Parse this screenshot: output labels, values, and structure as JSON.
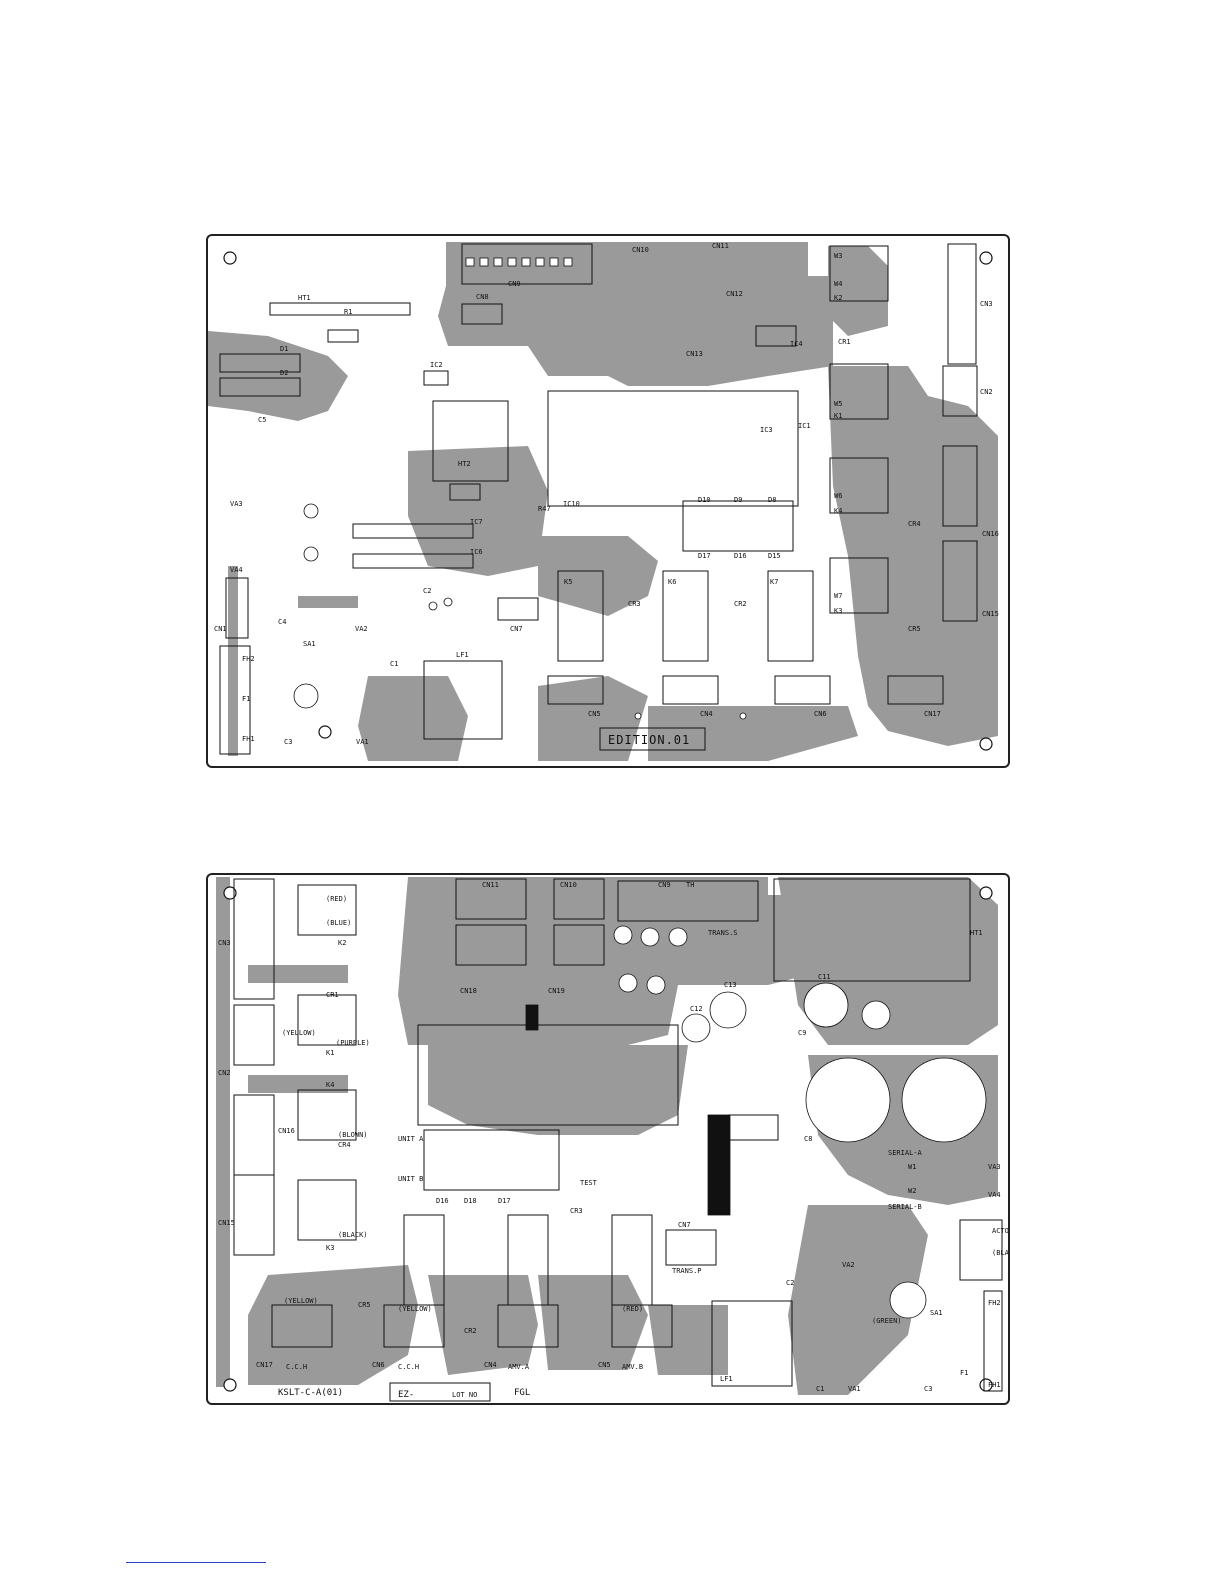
{
  "top_board": {
    "edition_label": "EDITION.01",
    "labels": [
      "HT1",
      "R1",
      "D1",
      "D2",
      "C5",
      "VA3",
      "VA4",
      "CN1",
      "C4",
      "C2",
      "SA1",
      "VA2",
      "C1",
      "FH2",
      "F1",
      "FH1",
      "C3",
      "VA1",
      "LF1",
      "HT2",
      "IC2",
      "CN8",
      "CN9",
      "CN7",
      "IC7",
      "IC6",
      "IC10",
      "IC3",
      "IC1",
      "IC4",
      "CN10",
      "CN11",
      "CN12",
      "CN13",
      "D10",
      "D9",
      "D8",
      "D17",
      "D16",
      "D15",
      "R47",
      "K5",
      "K6",
      "K7",
      "CR2",
      "CR3",
      "CN5",
      "CN4",
      "CN6",
      "CN17",
      "W3",
      "W4",
      "K2",
      "CR1",
      "CN3",
      "CN2",
      "W5",
      "K1",
      "W6",
      "K4",
      "CR4",
      "CN16",
      "W7",
      "K3",
      "CR5",
      "CN15"
    ]
  },
  "bottom_board": {
    "labels": [
      "CN11",
      "CN10",
      "CN9",
      "TH",
      "TRANS.S",
      "CN18",
      "CN19",
      "CN3",
      "(RED)",
      "(BLUE)",
      "K2",
      "CR1",
      "(PURPLE)",
      "K1",
      "CN2",
      "(YELLOW)",
      "K4",
      "CR4",
      "CN16",
      "(BLOWN)",
      "(BLACK)",
      "K3",
      "CN15",
      "CN17",
      "CN6",
      "CN4",
      "CN5",
      "CR5",
      "CR2",
      "CR3",
      "C.C.H",
      "C.C.H",
      "AMV.A",
      "AMV.B",
      "(YELLOW)",
      "(YELLOW)",
      "(RED)",
      "CN7",
      "TRANS.P",
      "C2",
      "LF1",
      "C1",
      "VA1",
      "C3",
      "SA1",
      "(GREEN)",
      "VA2",
      "F1",
      "FH1",
      "FH2",
      "SERIAL-A",
      "SERIAL-B",
      "W1",
      "W2",
      "HT1",
      "C8",
      "C9",
      "C11",
      "C13",
      "C12",
      "D16",
      "D18",
      "D17",
      "UNIT A",
      "UNIT B",
      "TEST",
      "VA3",
      "VA4",
      "(BLACK)",
      "ACTO"
    ],
    "footer_left": "KSLT-C-A(01)",
    "stamp_prefix": "EZ-",
    "lot_label": "LOT NO",
    "footer_right": "FGL"
  }
}
